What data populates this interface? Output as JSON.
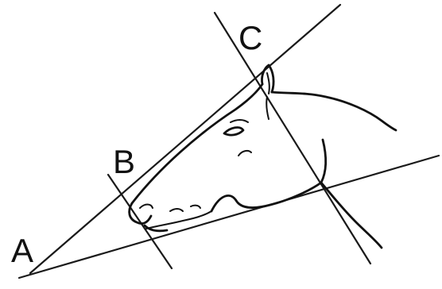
{
  "diagram": {
    "points": [
      {
        "id": "A",
        "label": "A"
      },
      {
        "id": "B",
        "label": "B"
      },
      {
        "id": "C",
        "label": "C"
      }
    ],
    "ink_color": "#111111",
    "background_color": "#ffffff"
  }
}
